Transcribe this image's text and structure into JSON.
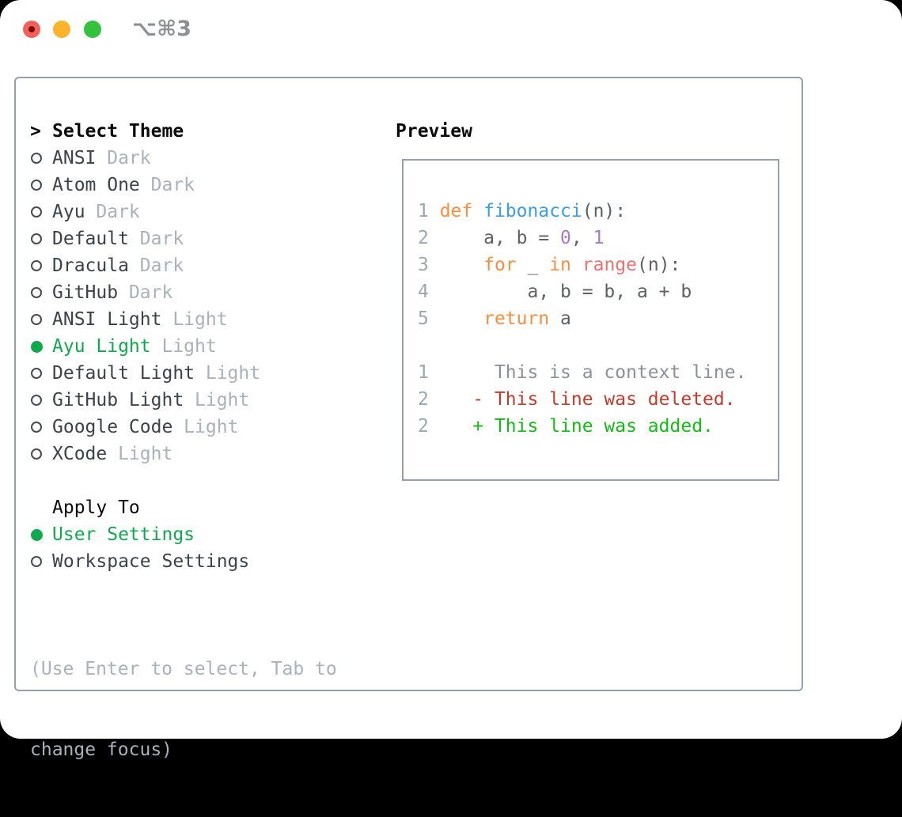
{
  "titlebar": {
    "title": "⌥⌘3"
  },
  "theme_selector": {
    "header_marker": ">",
    "header": "Select Theme",
    "themes": [
      {
        "name": "ANSI",
        "variant": "Dark",
        "selected": false
      },
      {
        "name": "Atom One",
        "variant": "Dark",
        "selected": false
      },
      {
        "name": "Ayu",
        "variant": "Dark",
        "selected": false
      },
      {
        "name": "Default",
        "variant": "Dark",
        "selected": false
      },
      {
        "name": "Dracula",
        "variant": "Dark",
        "selected": false
      },
      {
        "name": "GitHub",
        "variant": "Dark",
        "selected": false
      },
      {
        "name": "ANSI Light",
        "variant": "Light",
        "selected": false
      },
      {
        "name": "Ayu Light",
        "variant": "Light",
        "selected": true
      },
      {
        "name": "Default Light",
        "variant": "Light",
        "selected": false
      },
      {
        "name": "GitHub Light",
        "variant": "Light",
        "selected": false
      },
      {
        "name": "Google Code",
        "variant": "Light",
        "selected": false
      },
      {
        "name": "XCode",
        "variant": "Light",
        "selected": false
      }
    ],
    "apply_to": {
      "header": "Apply To",
      "options": [
        {
          "label": "User Settings",
          "selected": true
        },
        {
          "label": "Workspace Settings",
          "selected": false
        }
      ]
    },
    "hint_line1": "(Use Enter to select, Tab to",
    "hint_line2": "change focus)"
  },
  "preview": {
    "label": "Preview",
    "lines": [
      [
        {
          "t": "1 ",
          "c": "gut"
        },
        {
          "t": "def",
          "c": "kw"
        },
        {
          "t": " ",
          "c": "code"
        },
        {
          "t": "fibonacci",
          "c": "fn"
        },
        {
          "t": "(n):",
          "c": "code"
        }
      ],
      [
        {
          "t": "2 ",
          "c": "gut"
        },
        {
          "t": "    a, b = ",
          "c": "code"
        },
        {
          "t": "0",
          "c": "num"
        },
        {
          "t": ", ",
          "c": "code"
        },
        {
          "t": "1",
          "c": "num"
        }
      ],
      [
        {
          "t": "3 ",
          "c": "gut"
        },
        {
          "t": "    ",
          "c": "code"
        },
        {
          "t": "for",
          "c": "kw"
        },
        {
          "t": " _ ",
          "c": "code"
        },
        {
          "t": "in",
          "c": "kw"
        },
        {
          "t": " ",
          "c": "code"
        },
        {
          "t": "range",
          "c": "rng"
        },
        {
          "t": "(n):",
          "c": "code"
        }
      ],
      [
        {
          "t": "4 ",
          "c": "gut"
        },
        {
          "t": "        a, b = b, a + b",
          "c": "code"
        }
      ],
      [
        {
          "t": "5 ",
          "c": "gut"
        },
        {
          "t": "    ",
          "c": "code"
        },
        {
          "t": "return",
          "c": "kw"
        },
        {
          "t": " a",
          "c": "code"
        }
      ],
      [],
      [
        {
          "t": "1",
          "c": "gut"
        },
        {
          "t": "      This is a context line.",
          "c": "ctx"
        }
      ],
      [
        {
          "t": "2",
          "c": "gut"
        },
        {
          "t": "    ",
          "c": "code"
        },
        {
          "t": "- This line was deleted.",
          "c": "del"
        }
      ],
      [
        {
          "t": "2",
          "c": "gut"
        },
        {
          "t": "    ",
          "c": "code"
        },
        {
          "t": "+ This line was added.",
          "c": "add"
        }
      ]
    ]
  },
  "colors": {
    "selected_green": "#10A94E",
    "added_green": "#15BB15",
    "deleted_red": "#C53B2B",
    "keyword_orange": "#FA8D3E",
    "function_blue": "#399EE6",
    "number_purple": "#A37ACC",
    "range_coral": "#F07171",
    "context_gray": "#8A9199",
    "border_gray": "#98A0AA",
    "traffic_red": "#F2605A",
    "traffic_yellow": "#FBB32B",
    "traffic_green": "#33C23C"
  }
}
